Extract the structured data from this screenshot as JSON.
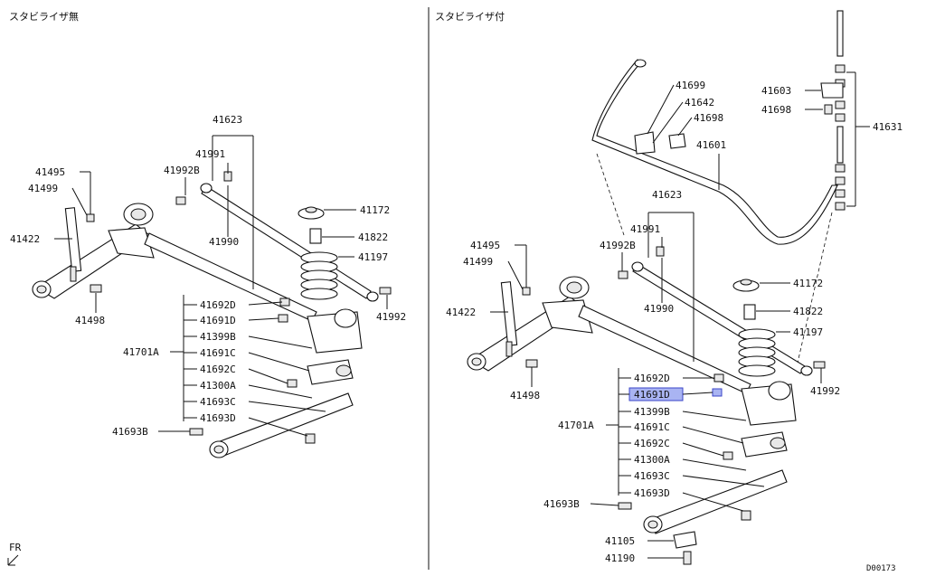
{
  "left_panel": {
    "title": "スタビライザ無",
    "labels": [
      "41623",
      "41991",
      "41495",
      "41992B",
      "41499",
      "41990",
      "41172",
      "41422",
      "41822",
      "41197",
      "41498",
      "41692D",
      "41992",
      "41691D",
      "41399B",
      "41701A",
      "41691C",
      "41692C",
      "41300A",
      "41693C",
      "41693D",
      "41693B"
    ]
  },
  "right_panel": {
    "title": "スタビライザ付",
    "labels": [
      "41699",
      "41603",
      "41642",
      "41698",
      "41698",
      "41631",
      "41601",
      "41623",
      "41991",
      "41495",
      "41992B",
      "41499",
      "41172",
      "41422",
      "41990",
      "41822",
      "41197",
      "41498",
      "41692D",
      "41992",
      "41691D",
      "41399B",
      "41701A",
      "41691C",
      "41692C",
      "41300A",
      "41693C",
      "41693D",
      "41693B",
      "41105",
      "41190"
    ]
  },
  "highlight": {
    "part": "41691D",
    "color": "#a9b4f2"
  },
  "direction_marker": "FR",
  "diagram_code": "D00173"
}
